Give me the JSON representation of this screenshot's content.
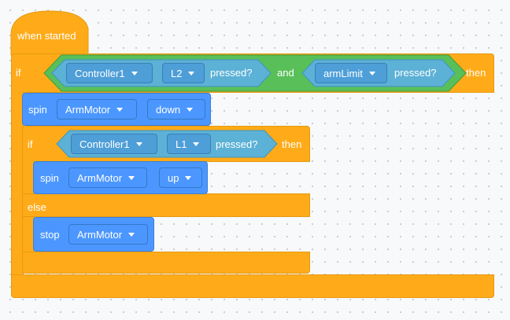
{
  "blocks": {
    "hat": {
      "label": "when started"
    },
    "outer_if": {
      "if_label": "if",
      "then_label": "then",
      "and_label": "and"
    },
    "cond1": {
      "controller": "Controller1",
      "button": "L2",
      "pressed": "pressed?"
    },
    "cond2": {
      "device": "armLimit",
      "pressed": "pressed?"
    },
    "spin1": {
      "label": "spin",
      "motor": "ArmMotor",
      "direction": "down"
    },
    "inner_if": {
      "if_label": "if",
      "then_label": "then",
      "else_label": "else"
    },
    "cond3": {
      "controller": "Controller1",
      "button": "L1",
      "pressed": "pressed?"
    },
    "spin2": {
      "label": "spin",
      "motor": "ArmMotor",
      "direction": "up"
    },
    "stop1": {
      "label": "stop",
      "motor": "ArmMotor"
    }
  },
  "colors": {
    "control": "#ffab19",
    "motion": "#4c97ff",
    "sensing": "#5cb1d6",
    "operator": "#59c059"
  }
}
